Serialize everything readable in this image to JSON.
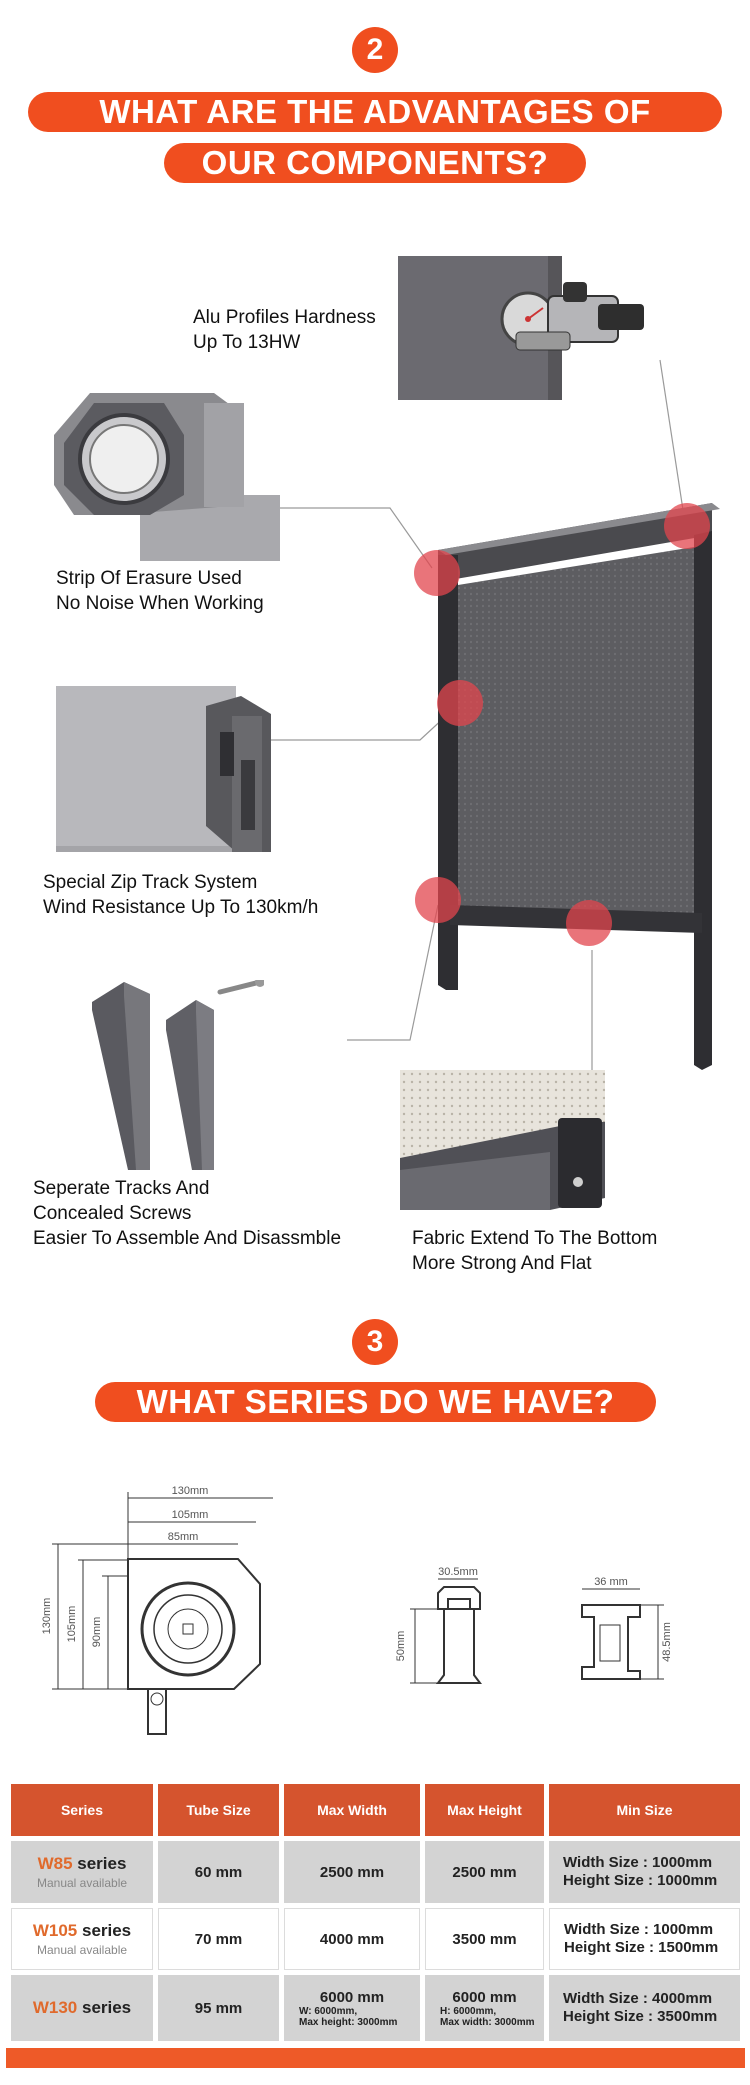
{
  "section2": {
    "number": "2",
    "title_line1": "WHAT ARE THE ADVANTAGES OF",
    "title_line2": "OUR COMPONENTS?"
  },
  "features": {
    "alu": "Alu Profiles Hardness\nUp To 13HW",
    "strip": "Strip  Of  Erasure Used\nNo Noise When Working",
    "zip": "Special Zip Track System\nWind Resistance Up To 130km/h",
    "tracks": "Seperate  Tracks And\nConcealed Screws\nEasier To Assemble And Disassmble",
    "fabric": "Fabric Extend To The Bottom\nMore Strong And Flat"
  },
  "section3": {
    "number": "3",
    "title": "WHAT SERIES DO WE HAVE?"
  },
  "drawings": {
    "box": {
      "w1": "130mm",
      "w2": "105mm",
      "w3": "85mm",
      "h1": "130mm",
      "h2": "105mm",
      "h3": "90mm"
    },
    "rail": {
      "w": "30.5mm",
      "h": "50mm"
    },
    "track": {
      "w": "36 mm",
      "h": "48.5mm"
    }
  },
  "table": {
    "headers": [
      "Series",
      "Tube Size",
      "Max Width",
      "Max Height",
      "Min Size"
    ],
    "rows": [
      {
        "code": "W85",
        "suffix": "series",
        "sub": "Manual available",
        "tube": "60 mm",
        "width": "2500 mm",
        "width_note": "",
        "height": "2500 mm",
        "height_note": "",
        "min_w": "Width  Size :  1000mm",
        "min_h": "Height Size :   1000mm"
      },
      {
        "code": "W105",
        "suffix": "series",
        "sub": "Manual available",
        "tube": "70 mm",
        "width": "4000 mm",
        "width_note": "",
        "height": "3500 mm",
        "height_note": "",
        "min_w": "Width  Size :  1000mm",
        "min_h": "Height Size :   1500mm"
      },
      {
        "code": "W130",
        "suffix": "series",
        "sub": "",
        "tube": "95 mm",
        "width": "6000 mm",
        "width_note": "W: 6000mm,\nMax height: 3000mm",
        "height": "6000 mm",
        "height_note": "H: 6000mm,\nMax width: 3000mm",
        "min_w": "Width  Size :  4000mm",
        "min_h": "Height Size :   3500mm"
      }
    ]
  },
  "colors": {
    "accent": "#f04e1f",
    "header": "#d5542e",
    "hotspot": "#e2464e"
  }
}
